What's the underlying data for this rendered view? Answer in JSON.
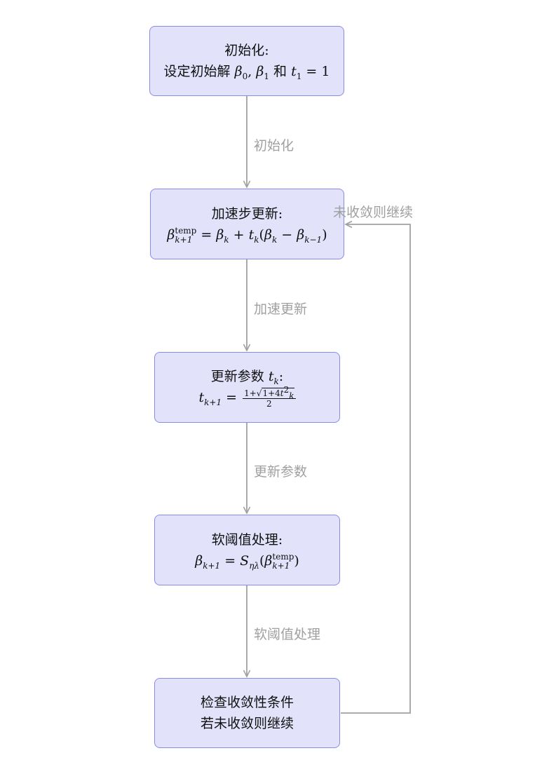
{
  "nodes": {
    "init": {
      "title": "初始化:",
      "line2_prefix": "设定初始解",
      "and": "和"
    },
    "accel": {
      "title": "加速步更新:"
    },
    "param": {
      "title_prefix": "更新参数"
    },
    "soft": {
      "title": "软阈值处理:"
    },
    "check": {
      "line1": "检查收敛性条件",
      "line2": "若未收敛则继续"
    }
  },
  "edges": {
    "e1": "初始化",
    "e2": "加速更新",
    "e3": "更新参数",
    "e4": "软阈值处理",
    "loop": "未收敛则继续"
  },
  "colors": {
    "box_fill": "#e2e2fb",
    "box_border": "#8a8ae8",
    "arrow": "#a0a0a0"
  }
}
